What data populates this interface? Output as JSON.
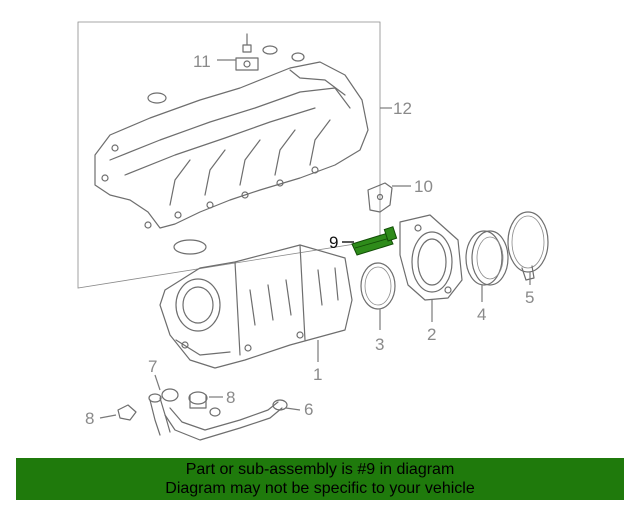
{
  "callouts": [
    {
      "id": "1",
      "text": "1"
    },
    {
      "id": "2",
      "text": "2"
    },
    {
      "id": "3",
      "text": "3"
    },
    {
      "id": "4",
      "text": "4"
    },
    {
      "id": "5",
      "text": "5"
    },
    {
      "id": "6",
      "text": "6"
    },
    {
      "id": "7",
      "text": "7"
    },
    {
      "id": "8a",
      "text": "8"
    },
    {
      "id": "8b",
      "text": "8"
    },
    {
      "id": "9",
      "text": "9"
    },
    {
      "id": "10",
      "text": "10"
    },
    {
      "id": "11",
      "text": "11"
    },
    {
      "id": "12",
      "text": "12"
    }
  ],
  "highlighted_part": "9",
  "colors": {
    "banner_bg": "#1f7a0c",
    "highlight_part": "#2e8b1a",
    "line_art": "#6e6e6e"
  },
  "banner": {
    "line1": "Part or sub-assembly is #9 in diagram",
    "line2": "Diagram may not be specific to your vehicle"
  }
}
